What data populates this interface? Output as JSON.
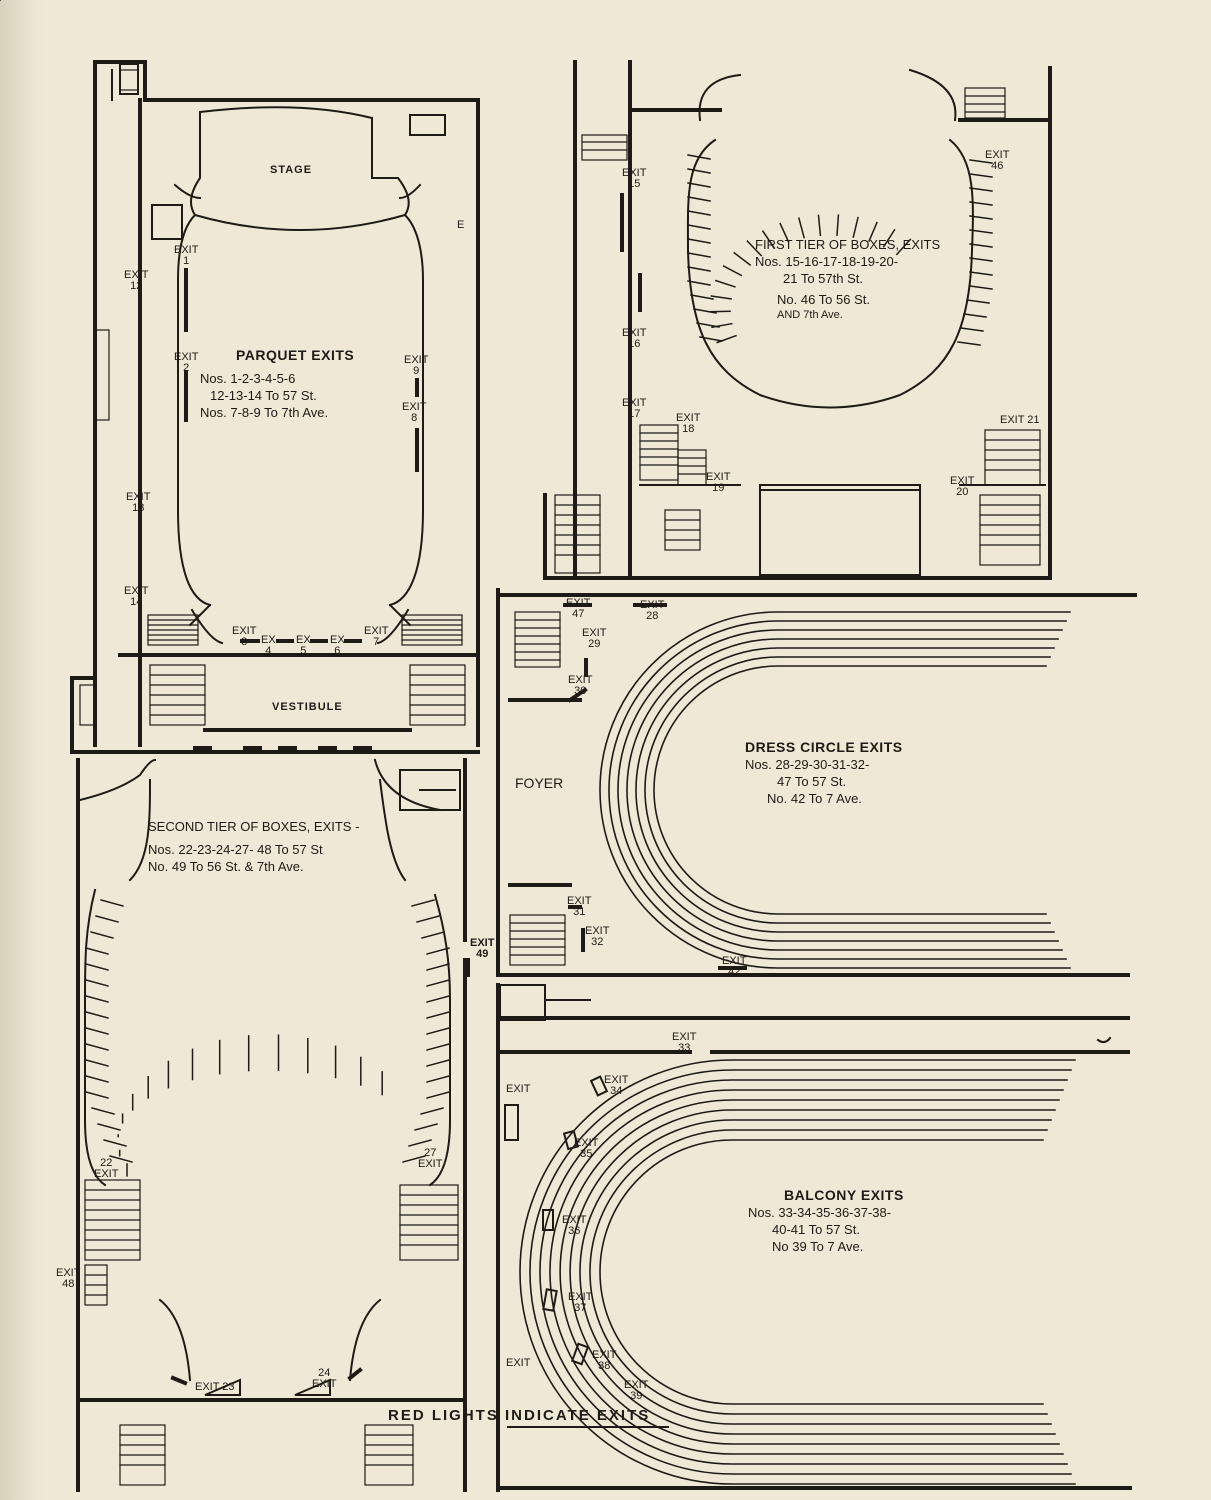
{
  "palette": {
    "paper": "#efe8d6",
    "ink": "#1e1a16",
    "spine": "#d9d1bc"
  },
  "footer": "RED LIGHTS INDICATE EXITS",
  "parquet": {
    "stage": "STAGE",
    "vestibule": "VESTIBULE",
    "title": "PARQUET EXITS",
    "lines": [
      "Nos. 1-2-3-4-5-6",
      "12-13-14 To 57 St.",
      "Nos. 7-8-9 To 7th Ave."
    ],
    "exits": {
      "e1": [
        "EXIT",
        "1"
      ],
      "e2": [
        "EXIT",
        "2"
      ],
      "e12": [
        "EXIT",
        "12"
      ],
      "e13": [
        "EXIT",
        "13"
      ],
      "e14": [
        "EXIT",
        "14"
      ],
      "e9": [
        "EXIT",
        "9"
      ],
      "e8": [
        "EXIT",
        "8"
      ],
      "e3": [
        "EXIT",
        "3"
      ],
      "e4": [
        "EX",
        "4"
      ],
      "e5": [
        "EX",
        "5"
      ],
      "e6": [
        "EX",
        "6"
      ],
      "e7": [
        "EXIT",
        "7"
      ],
      "e_side": [
        "E",
        ""
      ]
    }
  },
  "first_tier": {
    "title": "FIRST TIER OF BOXES, EXITS",
    "lines": [
      "Nos. 15-16-17-18-19-20-",
      "21 To 57th St.",
      "No. 46 To 56 St.",
      "AND 7th Ave."
    ],
    "exits": {
      "e15": [
        "EXIT",
        "15"
      ],
      "e16": [
        "EXIT",
        "16"
      ],
      "e17": [
        "EXIT",
        "17"
      ],
      "e18": [
        "EXIT",
        "18"
      ],
      "e19": [
        "EXIT",
        "19"
      ],
      "e20": [
        "EXIT",
        "20"
      ],
      "e21": [
        "EXIT 21",
        ""
      ],
      "e46": [
        "EXIT",
        "46"
      ]
    }
  },
  "dress_circle": {
    "foyer": "FOYER",
    "title": "DRESS CIRCLE EXITS",
    "lines": [
      "Nos. 28-29-30-31-32-",
      "47 To 57 St.",
      "No. 42 To 7 Ave."
    ],
    "exits": {
      "e47": [
        "EXIT",
        "47"
      ],
      "e28": [
        "EXIT",
        "28"
      ],
      "e29": [
        "EXIT",
        "29"
      ],
      "e30": [
        "EXIT",
        "30"
      ],
      "e31": [
        "EXIT",
        "31"
      ],
      "e32": [
        "EXIT",
        "32"
      ],
      "e42": [
        "EXIT",
        "42"
      ]
    }
  },
  "second_tier": {
    "title": "SECOND TIER OF BOXES, EXITS -",
    "lines": [
      "Nos. 22-23-24-27- 48 To 57 St",
      "No. 49 To 56 St. & 7th Ave."
    ],
    "exits": {
      "e49": [
        "EXIT",
        "49"
      ],
      "e22": [
        "22",
        "EXIT"
      ],
      "e27": [
        "27",
        "EXIT"
      ],
      "e48": [
        "EXIT",
        "48"
      ],
      "e23": [
        "EXIT 23",
        ""
      ],
      "e24": [
        "24",
        "EXIT"
      ]
    }
  },
  "balcony": {
    "title": "BALCONY EXITS",
    "lines": [
      "Nos. 33-34-35-36-37-38-",
      "40-41 To 57 St.",
      "No 39 To 7 Ave."
    ],
    "exits": {
      "e33": [
        "EXIT",
        "33"
      ],
      "e34": [
        "EXIT",
        "34"
      ],
      "e35": [
        "EXIT",
        "35"
      ],
      "e36": [
        "EXIT",
        "36"
      ],
      "e37": [
        "EXIT",
        "37"
      ],
      "e38": [
        "EXIT",
        "38"
      ],
      "e39": [
        "EXIT",
        "39"
      ],
      "e40": [
        "EXIT",
        ""
      ],
      "e41": [
        "EXIT",
        ""
      ]
    }
  }
}
